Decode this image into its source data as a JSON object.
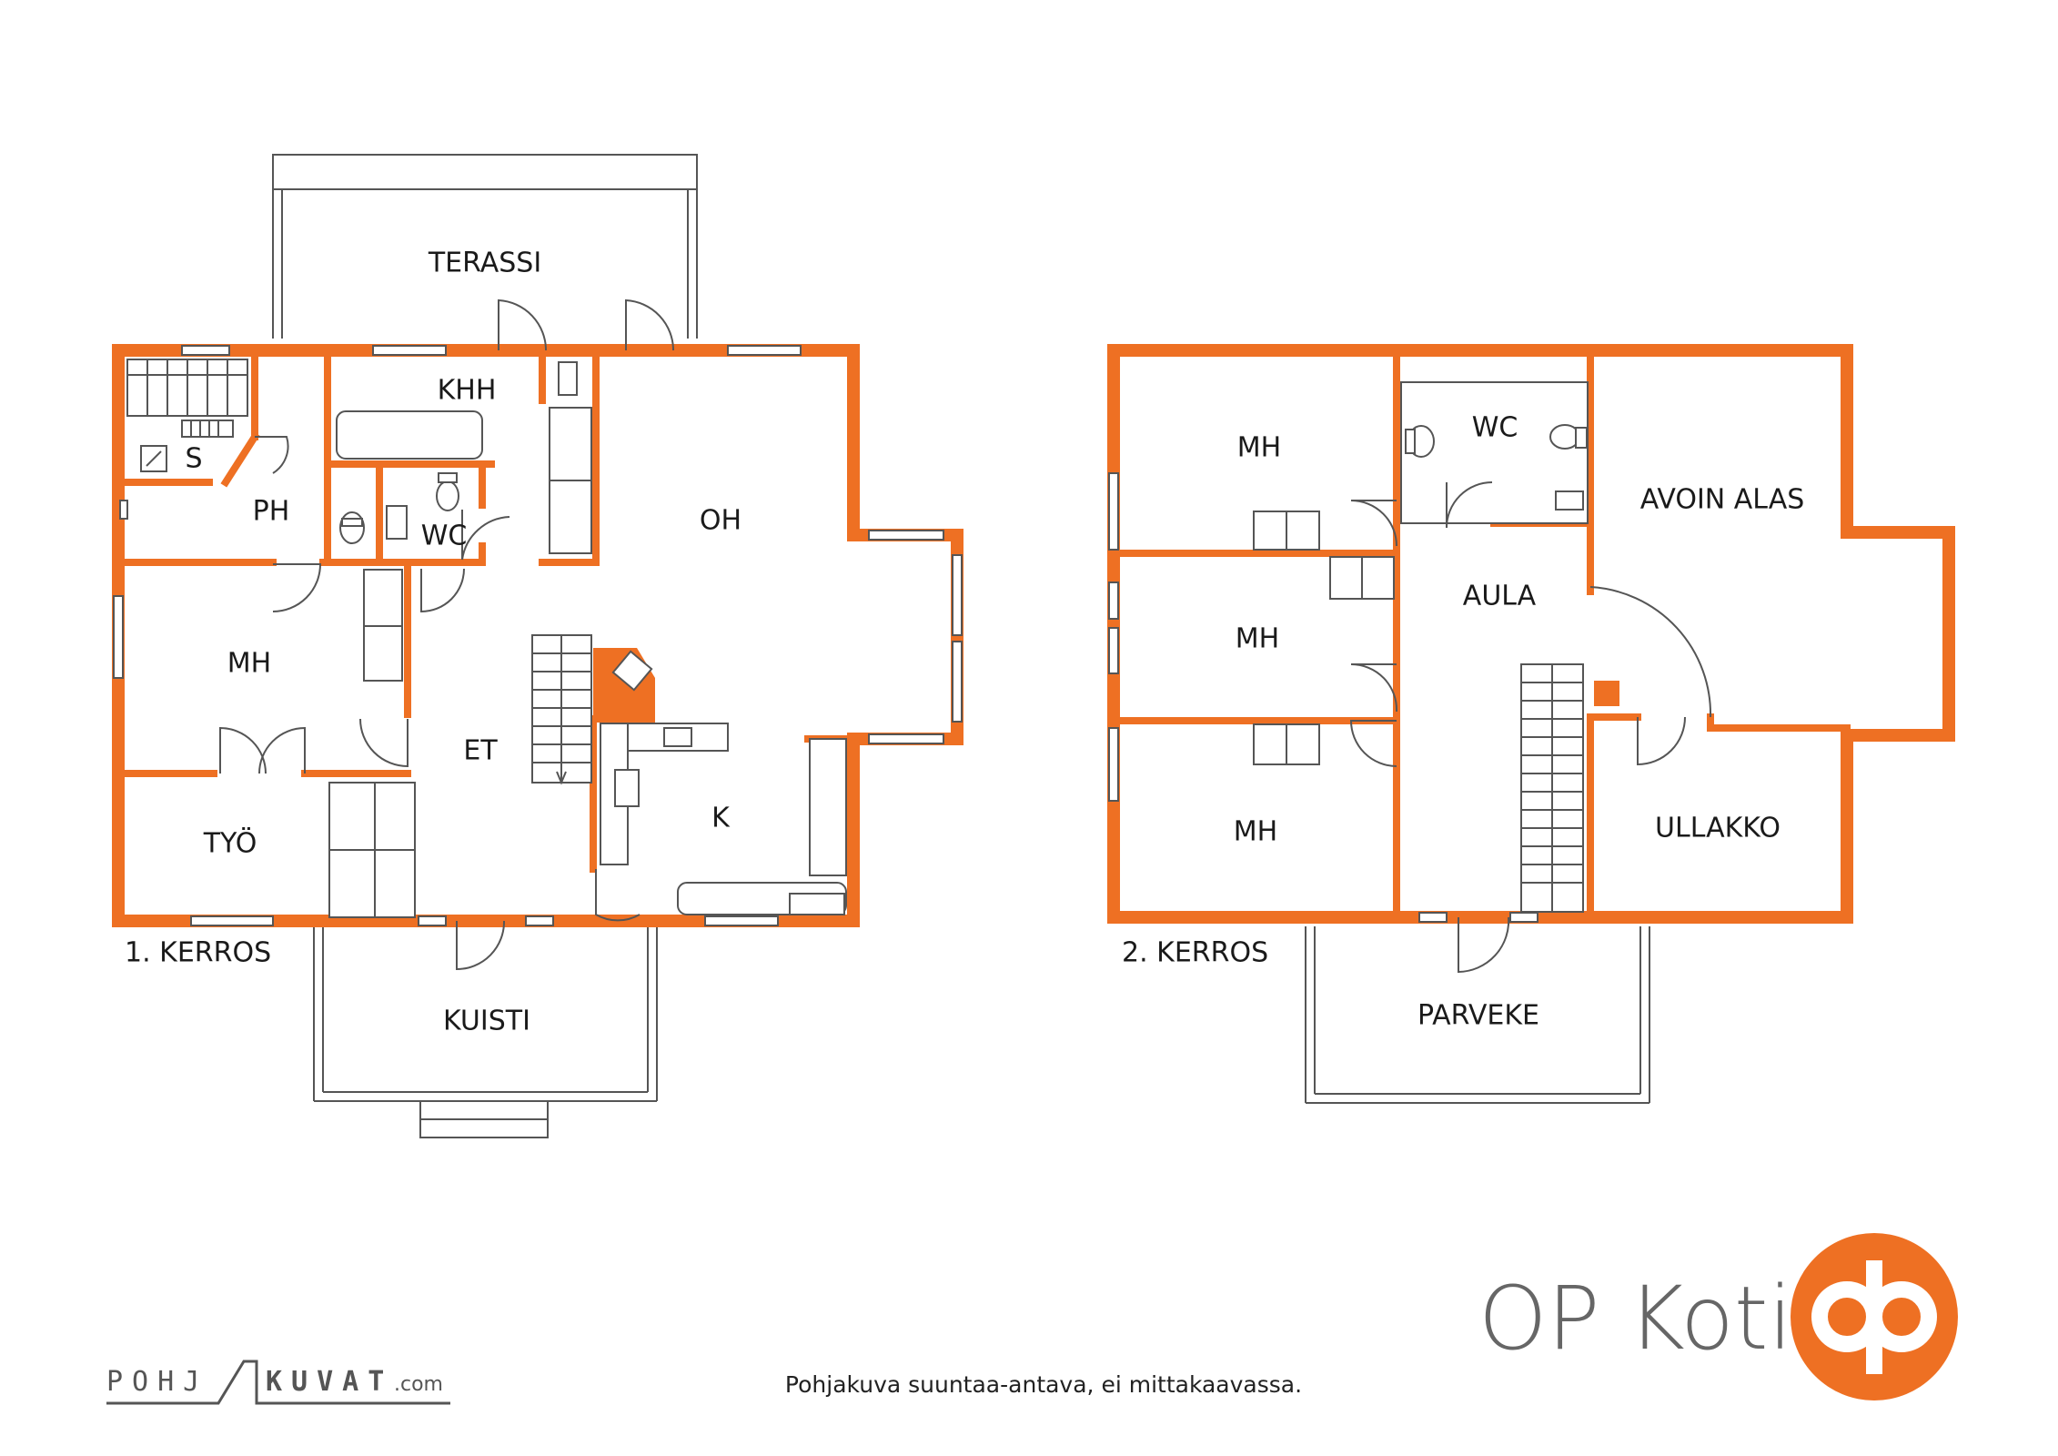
{
  "floor1": {
    "label": "1. KERROS",
    "rooms": {
      "terassi": "TERASSI",
      "khh": "KHH",
      "s": "S",
      "ph": "PH",
      "wc": "WC",
      "oh": "OH",
      "mh": "MH",
      "et": "ET",
      "k": "K",
      "tyo": "TYÖ",
      "kuisti": "KUISTI"
    }
  },
  "floor2": {
    "label": "2. KERROS",
    "rooms": {
      "mh_top": "MH",
      "mh_mid": "MH",
      "mh_bottom": "MH",
      "wc": "WC",
      "avoin_alas": "AVOIN ALAS",
      "aula": "AULA",
      "ullakko": "ULLAKKO",
      "parveke": "PARVEKE"
    }
  },
  "brand": {
    "name": "OP Koti",
    "logo_color": "#ee7023"
  },
  "footer": {
    "caption": "Pohjakuva suuntaa-antava, ei mittakaavassa.",
    "pohjakuvat_left": "POHJ",
    "pohjakuvat_right": "KUVAT",
    "pohjakuvat_domain": ".com"
  },
  "colors": {
    "wall": "#ee7023",
    "line": "#555555"
  }
}
